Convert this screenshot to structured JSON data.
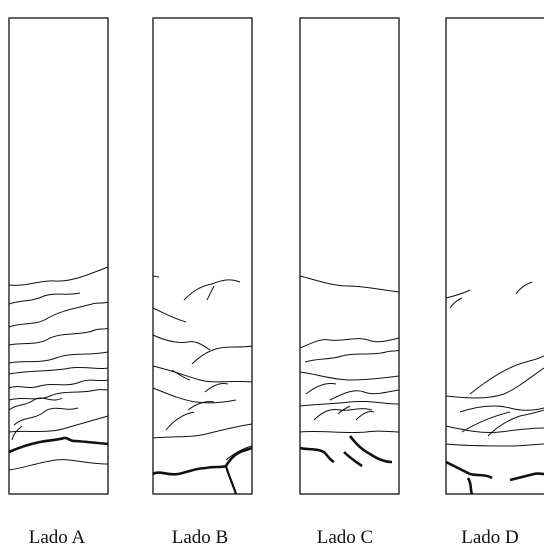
{
  "figure": {
    "panels": [
      {
        "label": "Lado A"
      },
      {
        "label": "Lado B"
      },
      {
        "label": "Lado C"
      },
      {
        "label": "Lado D"
      }
    ]
  },
  "colors": {
    "stroke": "#111111",
    "background": "#ffffff"
  }
}
